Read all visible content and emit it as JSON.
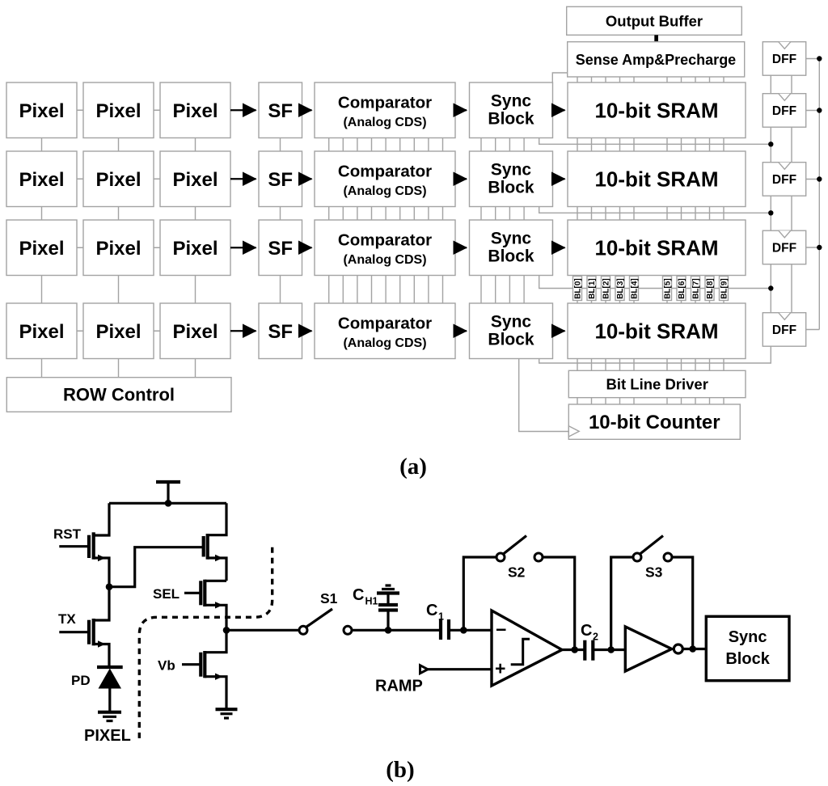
{
  "a": {
    "tag": "(a)",
    "pixel_label": "Pixel",
    "sf_label": "SF",
    "comparator_line1": "Comparator",
    "comparator_line2": "(Analog CDS)",
    "sync_line1": "Sync",
    "sync_line2": "Block",
    "sram_label": "10-bit SRAM",
    "output_buffer_label": "Output Buffer",
    "sense_amp_label": "Sense Amp&Precharge",
    "dff_label": "DFF",
    "row_control_label": "ROW Control",
    "bit_line_driver_label": "Bit Line Driver",
    "counter_label": "10-bit Counter",
    "bl_labels": [
      "BL[0]",
      "BL[1]",
      "BL[2]",
      "BL[3]",
      "BL[4]",
      "BL[5]",
      "BL[6]",
      "BL[7]",
      "BL[8]",
      "BL[9]"
    ]
  },
  "b": {
    "tag": "(b)",
    "rst": "RST",
    "tx": "TX",
    "pd": "PD",
    "sel": "SEL",
    "vb": "Vb",
    "pixel": "PIXEL",
    "s1": "S1",
    "s2": "S2",
    "s3": "S3",
    "ch1_main": "C",
    "ch1_sub": "H1",
    "c1_main": "C",
    "c1_sub": "1",
    "c2_main": "C",
    "c2_sub": "2",
    "ramp": "RAMP",
    "minus": "−",
    "plus": "+",
    "sync_line1": "Sync",
    "sync_line2": "Block"
  },
  "colors": {
    "ink": "#000000",
    "diagram_line_gray": "#a3a3a3",
    "pixel_text_gray": "#9a9a9a",
    "pixel_text_faint": "#e3e3e3",
    "pixel_text_faded": "#aeaeae"
  }
}
